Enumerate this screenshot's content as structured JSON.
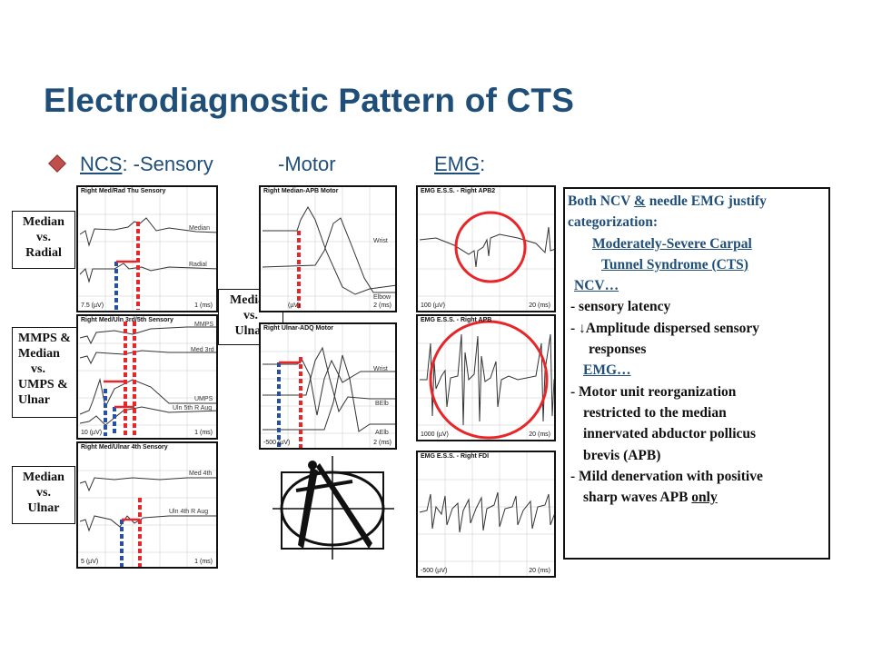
{
  "slide": {
    "title": "Electrodiagnostic Pattern of CTS",
    "headers": {
      "ncs": "NCS",
      "sensory": ": -Sensory",
      "motor": "-Motor",
      "emg": "EMG",
      "emg_colon": ":"
    }
  },
  "side_labels": {
    "median_radial": [
      "Median",
      "vs.",
      "Radial"
    ],
    "mmps": [
      "MMPS &",
      "Median",
      "vs.",
      "UMPS &",
      "Ulnar"
    ],
    "median_ulnar_left": [
      "Median",
      "vs.",
      "Ulnar"
    ],
    "median_ulnar_mid": [
      "Median",
      "vs.",
      "Ulnar"
    ]
  },
  "panels": {
    "sensory_radial": {
      "title": "Right Med/Rad Thu Sensory",
      "trace1": "Median",
      "trace2": "Radial",
      "scale_left": "7.5 (µV)",
      "scale_right": "1 (ms)"
    },
    "sensory_3rd5th": {
      "title": "Right Med/Uln 3rd/5th Sensory",
      "trace1": "MMPS",
      "trace2": "Med 3rd",
      "trace3": "UMPS",
      "trace4": "Uln 5th  R Aug",
      "scale_left": "10 (µV)",
      "scale_right": "1 (ms)"
    },
    "sensory_4th": {
      "title": "Right Med/Ulnar 4th Sensory",
      "trace1": "Med 4th",
      "trace2": "Uln 4th  R Aug",
      "scale_left": "5 (µV)",
      "scale_right": "1 (ms)"
    },
    "motor_apb": {
      "title": "Right Median-APB Motor",
      "trace1": "Wrist",
      "trace2": "Elbow",
      "scale_left": "(µV)",
      "scale_right": "2 (ms)"
    },
    "motor_ado": {
      "title": "Right Ulnar-ADQ Motor",
      "trace1": "Wrist",
      "trace2": "BElb",
      "trace3": "AElb",
      "scale_left": "-500 (µV)",
      "scale_right": "2 (ms)"
    },
    "emg_apb2": {
      "title": "EMG E.S.S. - Right APB2",
      "scale_left": "100 (µV)",
      "scale_right": "20 (ms)"
    },
    "emg_apb": {
      "title": "EMG E.S.S. - Right APB",
      "scale_left": "1000 (µV)",
      "scale_right": "20 (ms)"
    },
    "emg_fdi": {
      "title": "EMG E.S.S. - Right FDI",
      "scale_left": "-500 (µV)",
      "scale_right": "20 (ms)"
    }
  },
  "summary": {
    "l1": "Both NCV ",
    "l1_amp": "&",
    "l1_rest": " needle EMG justify",
    "l2": "categorization:",
    "l3": "Moderately-Severe Carpal",
    "l4": "Tunnel Syndrome (CTS)",
    "l5": "NCV…",
    "l6": "- sensory latency",
    "l7a": "- ",
    "l7_arrow": "↓",
    "l7b": "Amplitude dispersed sensory",
    "l8": "responses",
    "l9": "EMG…",
    "l10": "- Motor unit reorganization",
    "l11": "restricted to the median",
    "l12": "innervated abductor pollicus",
    "l13": "brevis (APB)",
    "l14": "- Mild denervation with positive",
    "l15a": "sharp waves APB ",
    "l15b": "only"
  },
  "colors": {
    "title": "#1f4e79",
    "bullet": "#c0504d",
    "marker_red": "#e8262a",
    "marker_blue": "#2450a6"
  },
  "icons": {
    "bullet": "diamond-bullet-icon",
    "logo": "compass-caliper-icon"
  }
}
